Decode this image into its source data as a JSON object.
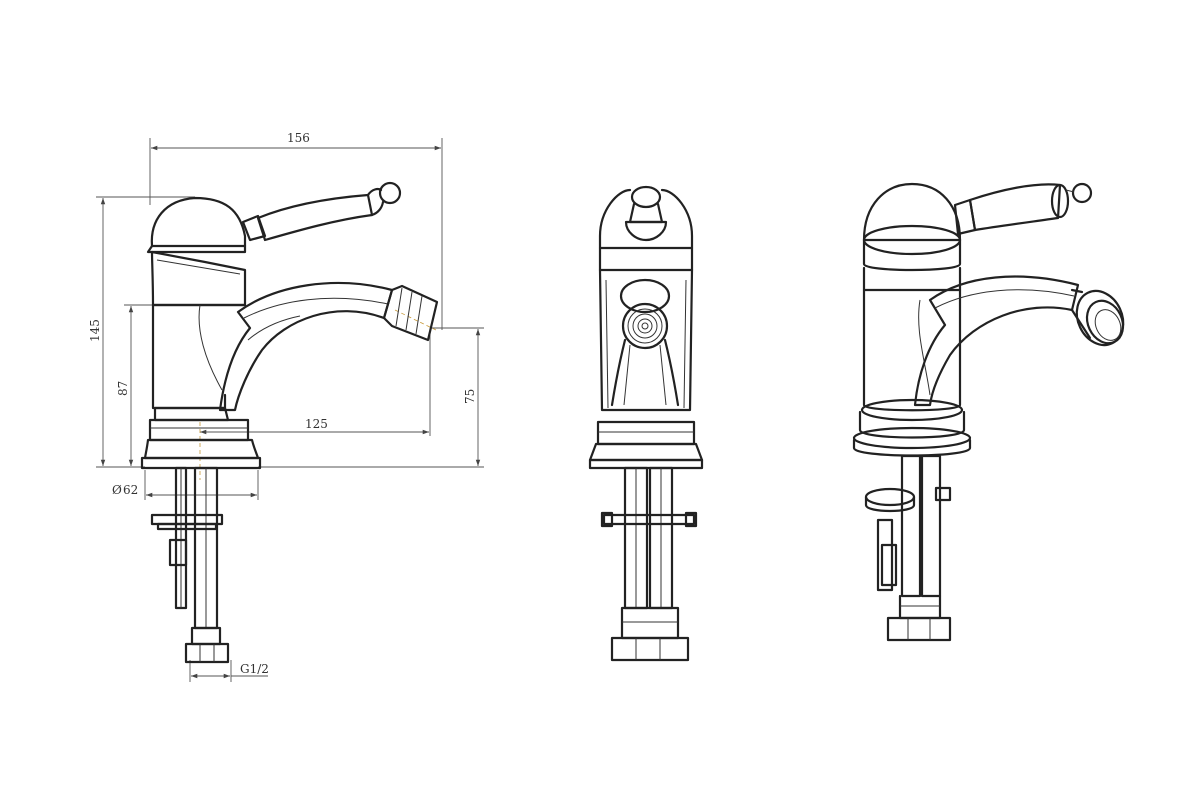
{
  "dimensions": {
    "overall_length": "156",
    "overall_height": "145",
    "spout_height": "87",
    "outlet_height": "75",
    "spout_reach": "125",
    "base_diameter": "62",
    "thread": "G1/2"
  },
  "diameter_symbol": "Ø",
  "views": [
    "side-view",
    "front-view",
    "perspective-view"
  ]
}
